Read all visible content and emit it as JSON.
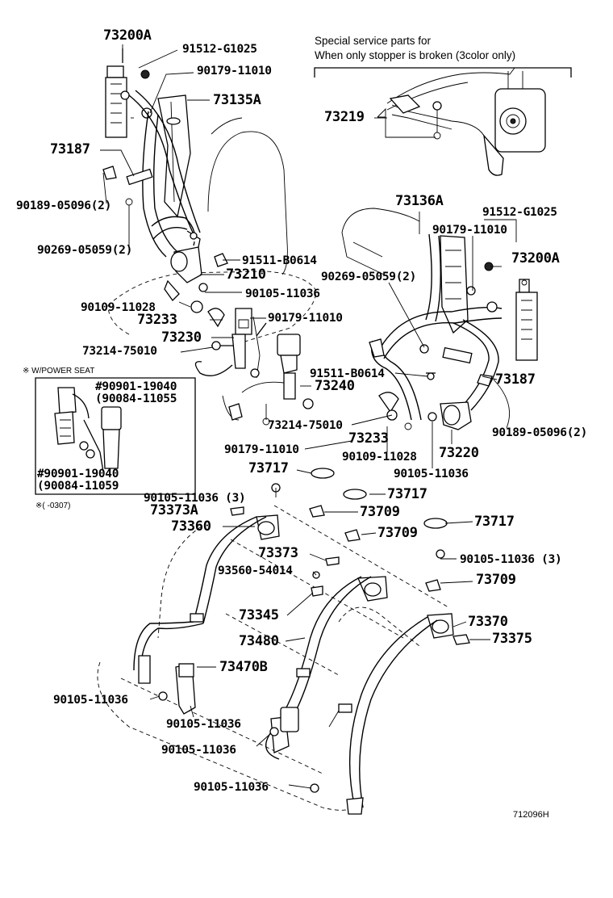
{
  "service_note": {
    "line1": "Special service parts for",
    "line2": "When only stopper is broken (3color only)"
  },
  "power_seat_note": "※ W/POWER SEAT",
  "date_note": "※(    -0307)",
  "drawing_number": "712096H",
  "callouts": {
    "p73200A_top": "73200A",
    "p91512_top": "91512-G1025",
    "p90179_top": "90179-11010",
    "p73135A": "73135A",
    "p73219": "73219",
    "p73187_left": "73187",
    "p90189_left": "90189-05096(2)",
    "p90269_left": "90269-05059(2)",
    "p91511_left": "91511-B0614",
    "p73210": "73210",
    "p90105_a": "90105-11036",
    "p90109_left": "90109-11028",
    "p73233_left": "73233",
    "p90179_mid": "90179-11010",
    "p73230": "73230",
    "p73214_left": "73214-75010",
    "p73136A": "73136A",
    "p91512_right": "91512-G1025",
    "p90179_right": "90179-11010",
    "p73200A_right": "73200A",
    "p90269_right": "90269-05059(2)",
    "p91511_right": "91511-B0614",
    "p73187_right": "73187",
    "p73240": "73240",
    "p73214_mid": "73214-75010",
    "p73233_mid": "73233",
    "p90189_right": "90189-05096(2)",
    "p73220": "73220",
    "p90179_low": "90179-11010",
    "p90109_mid": "90109-11028",
    "p90105_b": "90105-11036",
    "p90901_top": "#90901-19040",
    "p90084_top": "(90084-11055",
    "p90901_bot": "#90901-19040",
    "p90084_bot": "(90084-11059",
    "p73717_a": "73717",
    "p73717_b": "73717",
    "p73717_c": "73717",
    "p90105_3a": "90105-11036 (3)",
    "p73373A": "73373A",
    "p73709_a": "73709",
    "p73360": "73360",
    "p73709_b": "73709",
    "p73373": "73373",
    "p90105_3b": "90105-11036 (3)",
    "p93560": "93560-54014",
    "p73709_c": "73709",
    "p73345": "73345",
    "p73370": "73370",
    "p73375": "73375",
    "p73480": "73480",
    "p73470B": "73470B",
    "p90105_c": "90105-11036",
    "p90105_d": "90105-11036",
    "p90105_e": "90105-11036",
    "p90105_f": "90105-11036"
  }
}
